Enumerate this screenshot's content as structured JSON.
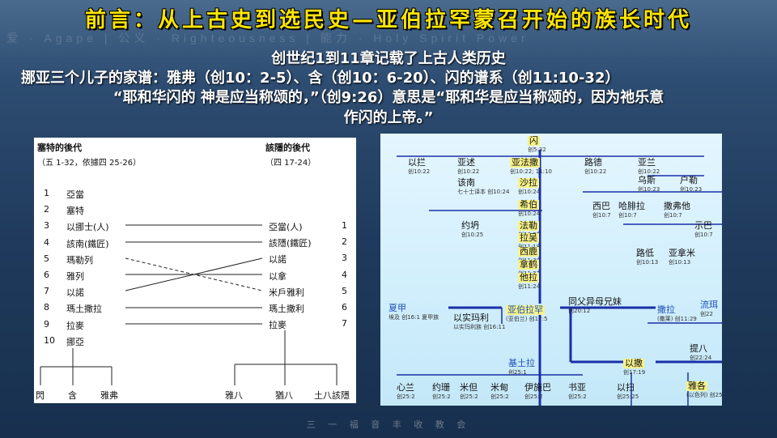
{
  "slide": {
    "title": "前言：从上古史到选民史—亚伯拉罕蒙召开始的族长时代",
    "watermark": "爱 · Agape | 公义 · Righteousness | 能力 · Holy Spirit Power",
    "line1": "创世纪1到11章记载了上古人类历史",
    "line2": "挪亚三个儿子的家谱：雅弗（创10：2-5）、含（创10：6-20）、闪的谱系（创11:10-32）",
    "line3": "“耶和华闪的   神是应当称颂的，”（创9:26）意思是“耶和华是应当称颂的，因为祂乐意",
    "line4": "作闪的上帝。”",
    "footer": "三 一 福 音 丰 收 教 会"
  },
  "left_chart": {
    "left_heading": "塞特的後代",
    "left_sub": "（五 1-32，依據四 25-26）",
    "right_heading": "該隱的後代",
    "right_sub": "（四 17-24）",
    "left_list": [
      {
        "n": "1",
        "name": "亞當"
      },
      {
        "n": "2",
        "name": "塞特"
      },
      {
        "n": "3",
        "name": "以挪士(人)"
      },
      {
        "n": "4",
        "name": "該南(鐵匠)"
      },
      {
        "n": "5",
        "name": "瑪勒列"
      },
      {
        "n": "6",
        "name": "雅列"
      },
      {
        "n": "7",
        "name": "以諾"
      },
      {
        "n": "8",
        "name": "瑪土撒拉"
      },
      {
        "n": "9",
        "name": "拉麥"
      },
      {
        "n": "10",
        "name": "挪亞"
      }
    ],
    "right_list": [
      {
        "n": "1",
        "name": "亞當(人)"
      },
      {
        "n": "2",
        "name": "該隱(鐵匠)"
      },
      {
        "n": "3",
        "name": "以諾"
      },
      {
        "n": "4",
        "name": "以拿"
      },
      {
        "n": "5",
        "name": "米戶雅利"
      },
      {
        "n": "6",
        "name": "瑪土撒利"
      },
      {
        "n": "7",
        "name": "拉麥"
      }
    ],
    "bottom_left": [
      "閃",
      "含",
      "雅弗"
    ],
    "bottom_right": [
      "雅八",
      "猶八",
      "土八該隱"
    ]
  },
  "right_chart": {
    "nodes": [
      {
        "name": "闪",
        "ref": "创5:32",
        "hl": true
      },
      {
        "name": "亚法撒",
        "ref": "创10:22; 11:10",
        "hl": true
      },
      {
        "name": "以拦",
        "ref": "创10:22"
      },
      {
        "name": "亚述",
        "ref": "创10:22"
      },
      {
        "name": "路德",
        "ref": "创10:22"
      },
      {
        "name": "亚兰",
        "ref": "创10:22"
      },
      {
        "name": "该南",
        "ref": "七十士译本 创10:24"
      },
      {
        "name": "沙拉",
        "ref": "创10:24",
        "hl": true
      },
      {
        "name": "乌斯",
        "ref": "创10:23"
      },
      {
        "name": "户勒",
        "ref": "创10:23"
      },
      {
        "name": "希伯",
        "ref": "创10:24",
        "hl": true
      },
      {
        "name": "西巴",
        "ref": "创10:7"
      },
      {
        "name": "哈腓拉",
        "ref": "创10:7"
      },
      {
        "name": "撒弗他",
        "ref": "创10:7"
      },
      {
        "name": "约坍",
        "ref": "创10:25"
      },
      {
        "name": "法勒",
        "ref": "创10:25",
        "hl": true
      },
      {
        "name": "示巴",
        "ref": "创10:7"
      },
      {
        "name": "拉吴",
        "ref": "创11:18",
        "hl": true
      },
      {
        "name": "西鹿",
        "ref": "创11:20",
        "hl": true
      },
      {
        "name": "路低",
        "ref": "创10:13"
      },
      {
        "name": "亚拿米",
        "ref": "创10:13"
      },
      {
        "name": "拿鹤",
        "ref": "创11:22",
        "hl": true
      },
      {
        "name": "他拉",
        "ref": "创11:24",
        "hl": true
      },
      {
        "name": "亚伯拉罕",
        "ref": "(亚伯兰) 创17:5",
        "hl": true
      },
      {
        "name": "夏甲",
        "ref": "埃及 创16:1 夏甲族"
      },
      {
        "name": "以实玛利",
        "ref": "以实玛利族 创16:11"
      },
      {
        "name": "撒拉",
        "ref": "(撒莱) 创11:29"
      },
      {
        "name": "同父异母兄妹",
        "ref": "创20:12"
      },
      {
        "name": "流珥",
        "ref": "创22"
      },
      {
        "name": "基土拉",
        "ref": "创25:1"
      },
      {
        "name": "提八",
        "ref": "创22:24"
      },
      {
        "name": "以撒",
        "ref": "创17:19",
        "hl": true
      },
      {
        "name": "心兰",
        "ref": "创25:2"
      },
      {
        "name": "约珊",
        "ref": "创25:2"
      },
      {
        "name": "米但",
        "ref": "创25:2"
      },
      {
        "name": "米甸",
        "ref": "创25:2"
      },
      {
        "name": "伊施巴",
        "ref": "创25:2"
      },
      {
        "name": "书亚",
        "ref": "创25:2"
      },
      {
        "name": "以扫",
        "ref": "创25:25"
      },
      {
        "name": "雅各",
        "ref": "(以色列) 创25:26",
        "hl": true
      }
    ]
  }
}
